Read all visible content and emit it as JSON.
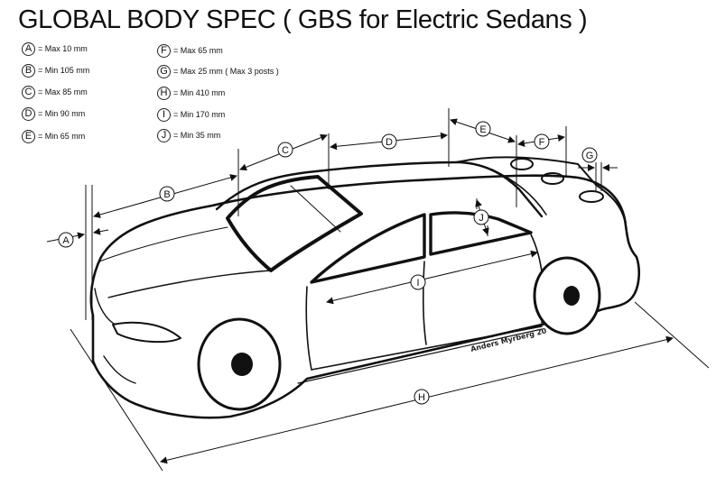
{
  "title": "GLOBAL BODY SPEC ( GBS for Electric Sedans )",
  "legend": [
    {
      "letter": "A",
      "text": "= Max 10 mm"
    },
    {
      "letter": "B",
      "text": "= Min 105 mm"
    },
    {
      "letter": "C",
      "text": "= Max 85 mm"
    },
    {
      "letter": "D",
      "text": "= Min 90 mm"
    },
    {
      "letter": "E",
      "text": "= Min 65  mm"
    },
    {
      "letter": "F",
      "text": "= Max 65 mm"
    },
    {
      "letter": "G",
      "text": "= Max 25 mm  ( Max 3 posts )"
    },
    {
      "letter": "H",
      "text": "= Min 410 mm"
    },
    {
      "letter": "I",
      "text": "= Min 170 mm"
    },
    {
      "letter": "J",
      "text": "=  Min 35 mm"
    }
  ],
  "diagram_labels": {
    "A": "A",
    "B": "B",
    "C": "C",
    "D": "D",
    "E": "E",
    "F": "F",
    "G": "G",
    "H": "H",
    "I": "I",
    "J": "J"
  },
  "signature": "Anders Myrberg 20"
}
